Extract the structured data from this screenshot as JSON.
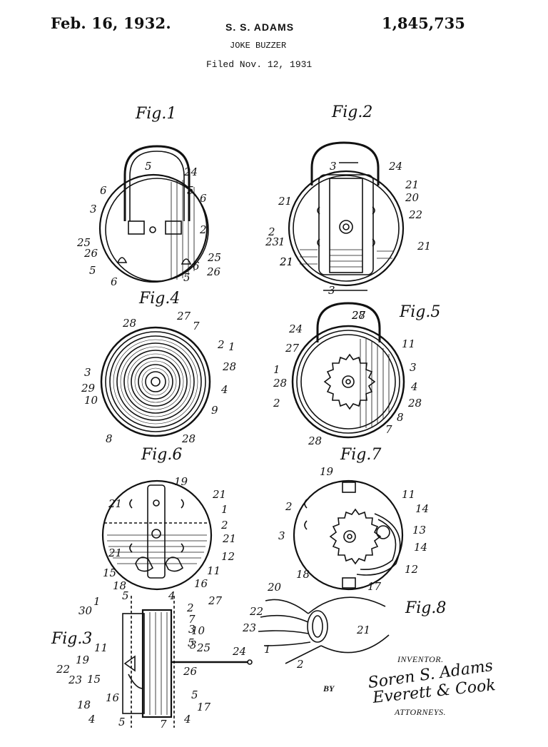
{
  "header": {
    "date": "Feb. 16, 1932.",
    "inventor_name": "S. S. ADAMS",
    "patent_number": "1,845,735",
    "title": "JOKE BUZZER",
    "filed": "Filed Nov. 12, 1931"
  },
  "figures": {
    "fig1": "Fig.1",
    "fig2": "Fig.2",
    "fig3": "Fig.3",
    "fig4": "Fig.4",
    "fig5": "Fig.5",
    "fig6": "Fig.6",
    "fig7": "Fig.7",
    "fig8": "Fig.8"
  },
  "signature": {
    "inventor_label": "INVENTOR.",
    "inventor_signature": "Soren S. Adams",
    "by_label": "BY",
    "attorney_signature": "Everett & Cook",
    "attorneys_label": "ATTORNEYS."
  },
  "reference_numerals": {
    "fig1": [
      "5",
      "24",
      "6",
      "5",
      "6",
      "3",
      "2",
      "25",
      "26",
      "25",
      "5",
      "6",
      "6",
      "5",
      "26"
    ],
    "fig2": [
      "3",
      "24",
      "21",
      "21",
      "20",
      "21",
      "22",
      "2",
      "23",
      "1",
      "21",
      "21",
      "3"
    ],
    "fig4": [
      "28",
      "27",
      "7",
      "2",
      "1",
      "28",
      "3",
      "4",
      "29",
      "10",
      "9",
      "8",
      "28"
    ],
    "fig5": [
      "27",
      "28",
      "24",
      "27",
      "11",
      "1",
      "3",
      "28",
      "4",
      "2",
      "28",
      "8",
      "7",
      "28"
    ],
    "fig6": [
      "19",
      "21",
      "21",
      "1",
      "2",
      "21",
      "21",
      "12",
      "15",
      "11",
      "18",
      "16"
    ],
    "fig7": [
      "19",
      "2",
      "11",
      "14",
      "13",
      "3",
      "14",
      "18",
      "12",
      "17"
    ],
    "fig3": [
      "5",
      "4",
      "1",
      "27",
      "30",
      "2",
      "7",
      "3",
      "5",
      "11",
      "10",
      "3",
      "25",
      "24",
      "22",
      "19",
      "23",
      "15",
      "16",
      "26",
      "5",
      "18",
      "17",
      "4",
      "5",
      "7",
      "4"
    ],
    "fig8": [
      "20",
      "22",
      "23",
      "1",
      "21",
      "2"
    ]
  }
}
